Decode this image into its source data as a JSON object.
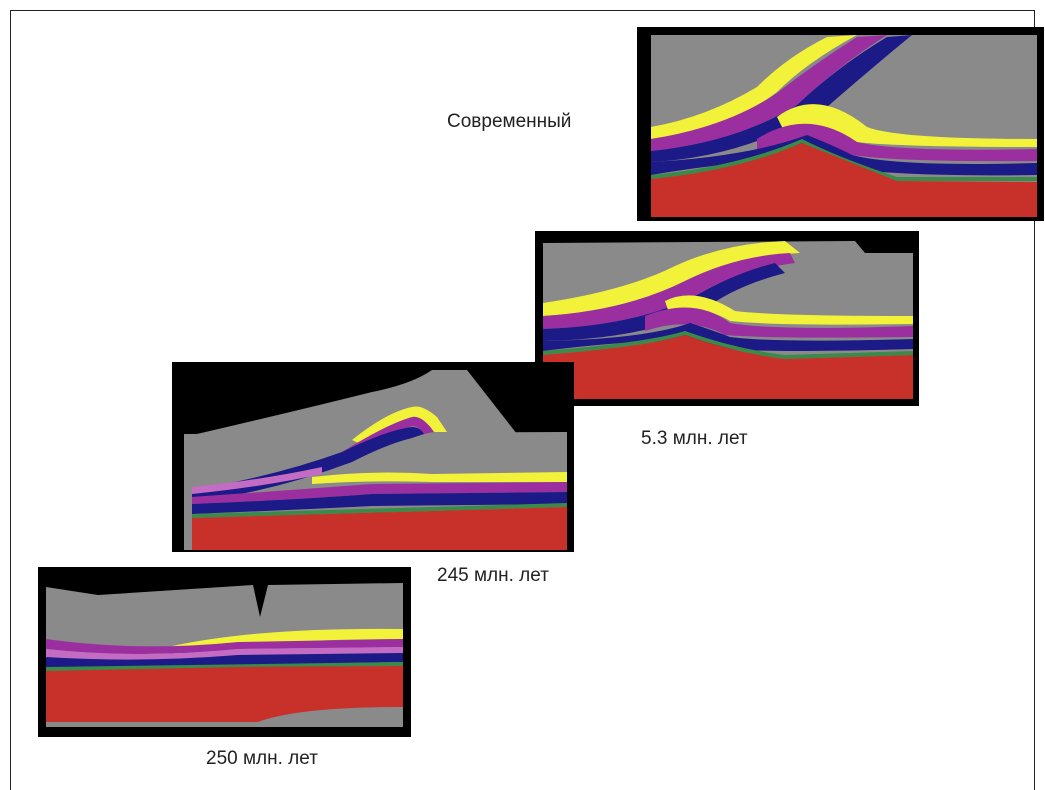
{
  "labels": {
    "modern": "Современный",
    "ma_5_3": "5.3 млн. лет",
    "ma_245": "245 млн. лет",
    "ma_250": "250 млн. лет"
  },
  "colors": {
    "background": "#000000",
    "overburden": "#8a8a8a",
    "yellow": "#f2f23a",
    "magenta": "#9b2fa0",
    "pink": "#c46cc4",
    "navy": "#1c1a86",
    "green": "#3a8a4a",
    "basement_red": "#c8302a"
  }
}
